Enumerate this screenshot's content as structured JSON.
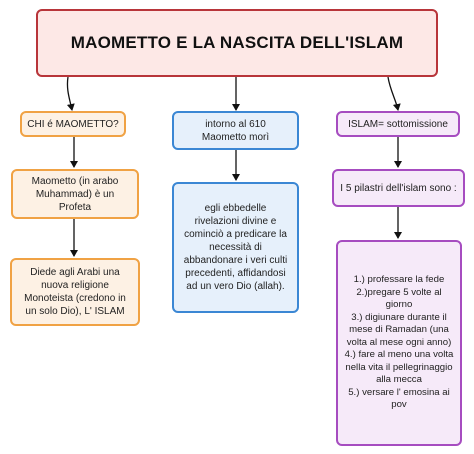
{
  "diagram": {
    "title": "MAOMETTO E LA NASCITA DELL'ISLAM",
    "left": {
      "question": "CHI é MAOMETTO?",
      "answer": "Maometto (in arabo Muhammad) è un Profeta",
      "detail": "Diede agli Arabi una nuova religione Monoteista (credono in un solo Dio), L' ISLAM"
    },
    "center": {
      "header": "intorno al 610 Maometto morì",
      "detail": "egli ebbedelle rivelazioni divine e cominciò a predicare la necessità di abbandonare i veri culti precedenti, affidandosi ad un vero Dio (allah)."
    },
    "right": {
      "header": "ISLAM= sottomissione",
      "subheader": "I 5 pilastri dell'islam sono :",
      "pillars": [
        "1.) professare la fede",
        "2.)pregare 5 volte al giorno",
        "3.) digiunare durante il mese di Ramadan (una volta al mese ogni anno)",
        "4.) fare al meno una volta nella vita il pellegrinaggio alla mecca",
        "5.) versare l' emosina ai pov"
      ]
    },
    "colors": {
      "title_border": "#b8353a",
      "title_fill": "#fde8e6",
      "left_border": "#f0a244",
      "left_fill": "#fdf1e4",
      "center_border": "#3b87d4",
      "center_fill": "#e6f0fb",
      "right_border": "#a64cc0",
      "right_fill": "#f6eaf9"
    }
  }
}
